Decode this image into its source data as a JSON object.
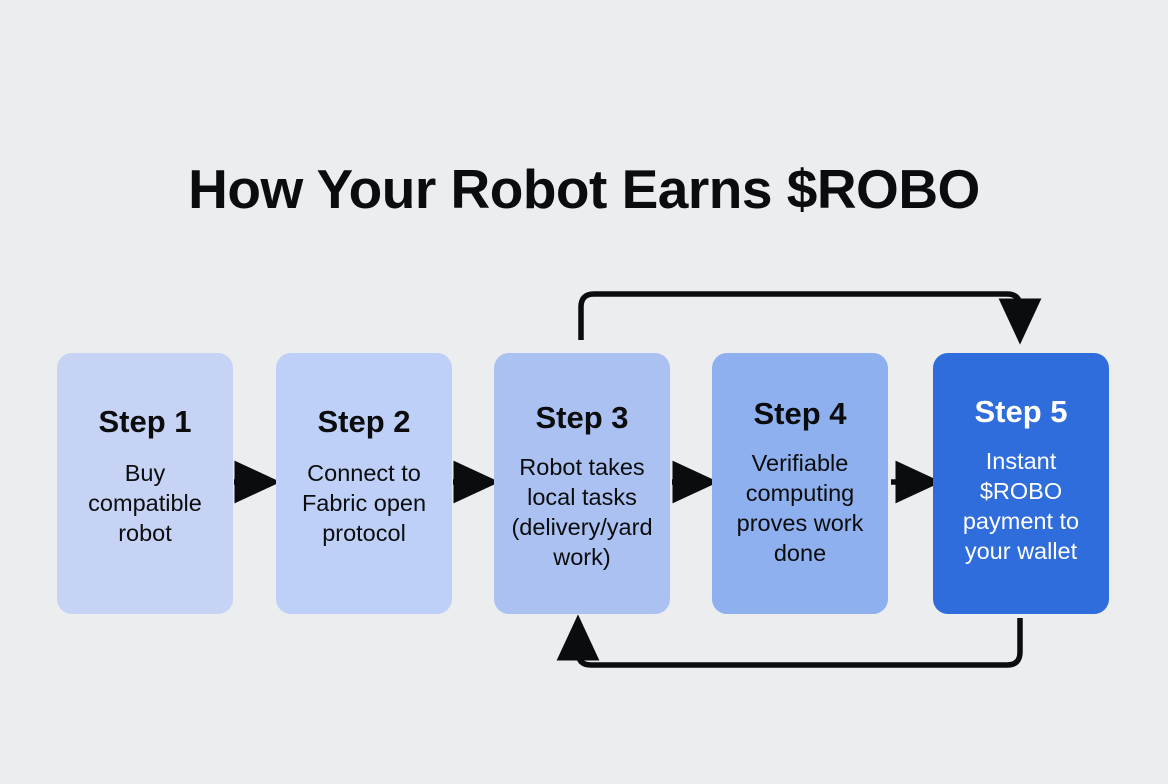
{
  "page": {
    "title": "How Your Robot Earns $ROBO",
    "background_color": "#ecedee",
    "title_color": "#0b0c0d"
  },
  "diagram": {
    "type": "flowchart",
    "orientation": "left-to-right",
    "steps": [
      {
        "id": "step-1",
        "title": "Step 1",
        "description": "Buy\ncompatible\nrobot",
        "lines": [
          "Buy",
          "compatible",
          "robot"
        ],
        "fill_color": "#c7d3f5",
        "text_color": "#0b0c0d",
        "highlighted": false
      },
      {
        "id": "step-2",
        "title": "Step 2",
        "description": "Connect to\nFabric open\nprotocol",
        "lines": [
          "Connect to",
          "Fabric open",
          "protocol"
        ],
        "fill_color": "#bed0f7",
        "text_color": "#0b0c0d",
        "highlighted": false
      },
      {
        "id": "step-3",
        "title": "Step 3",
        "description": "Robot takes\nlocal tasks\n(delivery/yard\nwork)",
        "lines": [
          "Robot takes",
          "local tasks",
          "(delivery/yard",
          "work)"
        ],
        "fill_color": "#abc1f2",
        "text_color": "#0b0c0d",
        "highlighted": false
      },
      {
        "id": "step-4",
        "title": "Step 4",
        "description": "Verifiable\ncomputing\nproves work\ndone",
        "lines": [
          "Verifiable",
          "computing",
          "proves work",
          "done"
        ],
        "fill_color": "#8eb0ef",
        "text_color": "#0b0c0d",
        "highlighted": false
      },
      {
        "id": "step-5",
        "title": "Step 5",
        "description": "Instant\n$ROBO\npayment to\nyour wallet",
        "lines": [
          "Instant",
          "$ROBO",
          "payment to",
          "your wallet"
        ],
        "fill_color": "#2f6ddc",
        "text_color": "#ffffff",
        "highlighted": true
      }
    ],
    "connectors": [
      {
        "id": "connector-1-2",
        "from": "step-1",
        "to": "step-2",
        "kind": "straight-arrow"
      },
      {
        "id": "connector-2-3",
        "from": "step-2",
        "to": "step-3",
        "kind": "straight-arrow"
      },
      {
        "id": "connector-3-4",
        "from": "step-3",
        "to": "step-4",
        "kind": "straight-arrow"
      },
      {
        "id": "connector-4-5",
        "from": "step-4",
        "to": "step-5",
        "kind": "straight-arrow"
      }
    ],
    "loops": [
      {
        "id": "loop-top-step3-to-step5",
        "from": "step-3",
        "to": "step-5",
        "kind": "curved-arrow-over-top",
        "direction": "right"
      },
      {
        "id": "loop-bottom-step5-to-step3",
        "from": "step-5",
        "to": "step-3",
        "kind": "curved-arrow-under-bottom",
        "direction": "left"
      }
    ],
    "arrow_color": "#0b0c0d"
  }
}
